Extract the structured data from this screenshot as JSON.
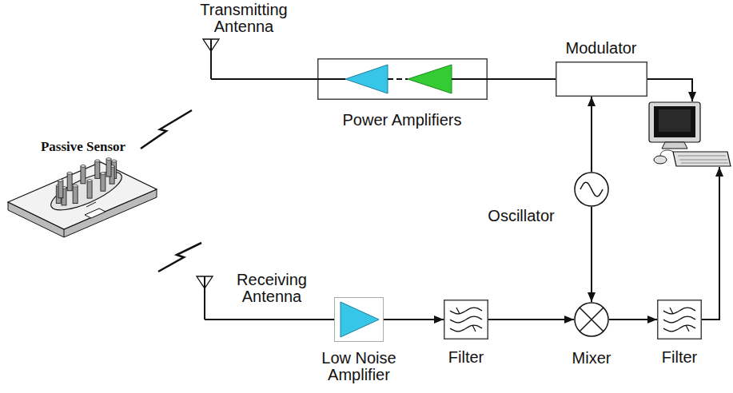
{
  "diagram": {
    "nodes": [
      {
        "text": [
          "Transmitting Antenna"
        ]
      },
      {
        "text": [
          "Power Amplifiers"
        ]
      },
      {
        "text": [
          "Modulator"
        ]
      },
      {
        "text": [
          "Oscillator"
        ]
      },
      {
        "text": [
          "Passive Sensor"
        ]
      },
      {
        "text": [
          "Receiving Antenna"
        ]
      },
      {
        "text": [
          "Low Noise Amplifier"
        ]
      },
      {
        "text": [
          "Filter"
        ]
      },
      {
        "text": [
          "Mixer"
        ]
      },
      {
        "text": [
          "Filter"
        ]
      }
    ],
    "edges": [
      {
        "from": 0,
        "to": 1,
        "arrow": "none"
      },
      {
        "from": 1,
        "to": 2,
        "arrow": "none"
      },
      {
        "from": 3,
        "to": 2,
        "arrow": "to"
      },
      {
        "from": 3,
        "to": 8,
        "arrow": "to"
      },
      {
        "from": 5,
        "to": 6,
        "arrow": "none"
      },
      {
        "from": 6,
        "to": 7,
        "arrow": "to"
      },
      {
        "from": 7,
        "to": 8,
        "arrow": "to"
      },
      {
        "from": 8,
        "to": 9,
        "arrow": "to"
      }
    ]
  }
}
